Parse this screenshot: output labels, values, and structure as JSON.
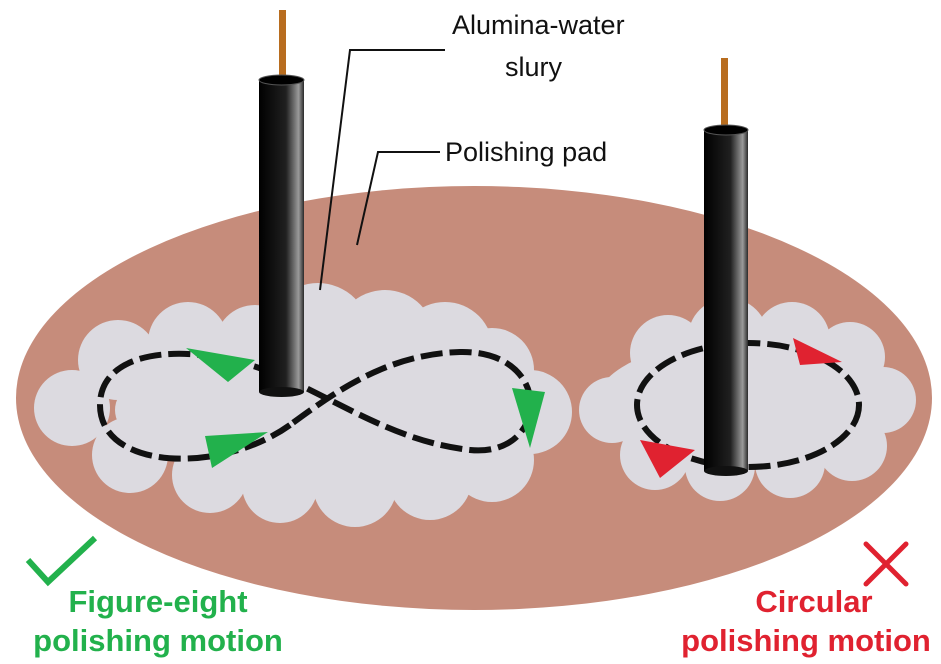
{
  "labels": {
    "slurry_line1": "Alumina-water",
    "slurry_line2": "slury",
    "pad": "Polishing pad"
  },
  "captions": {
    "good_line1": "Figure-eight",
    "good_line2": "polishing motion",
    "bad_line1": "Circular",
    "bad_line2": "polishing motion"
  },
  "marks": {
    "good": "check-mark",
    "bad": "cross-mark"
  },
  "colors": {
    "pad": "#c68c7b",
    "slurry": "#dcdae0",
    "electrode": "#111111",
    "wire": "#b86d1f",
    "path": "#111111",
    "good": "#22b14c",
    "bad": "#e02230"
  }
}
